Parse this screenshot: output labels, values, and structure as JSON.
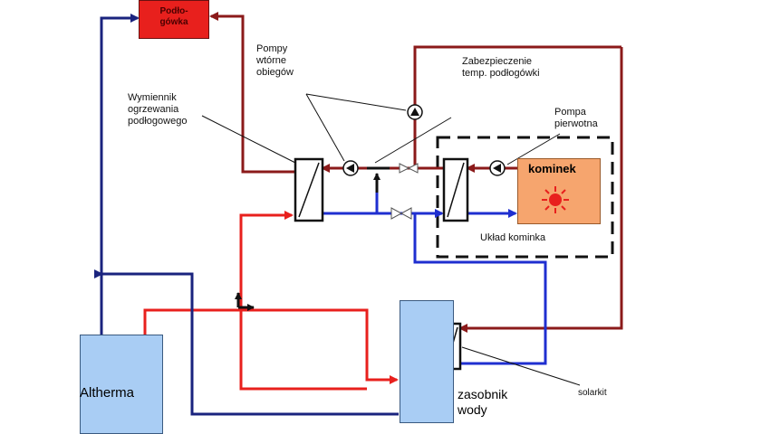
{
  "components": {
    "floor_heating": "Podło-\ngówka",
    "heat_pump": "Altherma",
    "storage_tank": "zasobnik\nwody",
    "fireplace": "kominek"
  },
  "labels": {
    "secondary_pumps": "Pompy\nwtórne\nobiegów",
    "floor_exchanger": "Wymiennik\nogrzewania\npodłogowego",
    "floor_temp_protection": "Zabezpieczenie\ntemp. podłogówki",
    "primary_pump": "Pompa\npierwotna",
    "fireplace_system": "Układ kominka",
    "solarkit": "solarkit"
  },
  "colors": {
    "hot_line": "#e8201d",
    "return_hot_line": "#8b1a1a",
    "cold_line": "#1f2fd0",
    "dark_blue_line": "#1a237e",
    "tank_fill": "#a9cdf4",
    "fireplace_fill": "#f6a56e",
    "floor_heating_fill": "#e8201d"
  },
  "icons": {
    "pump": "pump-icon",
    "heat_exchanger": "heat-exchanger-icon",
    "valve": "three-way-valve-icon",
    "flame": "flame-sun-icon"
  }
}
